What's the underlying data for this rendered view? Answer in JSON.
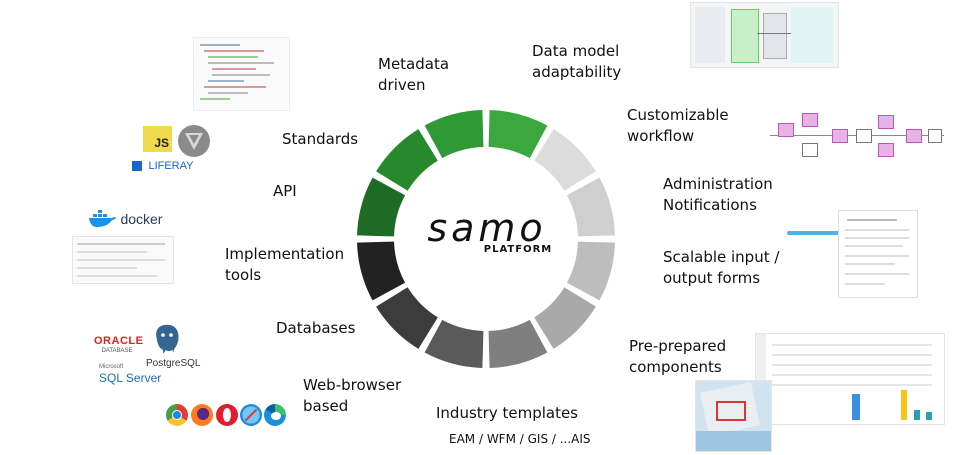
{
  "platform": {
    "brand": "samo",
    "subtitle": "PLATFORM"
  },
  "features": [
    {
      "id": "metadata-driven",
      "lines": [
        "Metadata",
        "driven"
      ],
      "color": "#3aa83f"
    },
    {
      "id": "data-model-adaptability",
      "lines": [
        "Data model",
        "adaptability"
      ],
      "color": "#dcdcdc"
    },
    {
      "id": "customizable-workflow",
      "lines": [
        "Customizable",
        "workflow"
      ],
      "color": "#cfcfcf"
    },
    {
      "id": "administration-notifications",
      "lines": [
        "Administration",
        "Notifications"
      ],
      "color": "#bdbdbd"
    },
    {
      "id": "scalable-forms",
      "lines": [
        "Scalable input /",
        "output forms"
      ],
      "color": "#a9a9a9"
    },
    {
      "id": "pre-prepared-components",
      "lines": [
        "Pre-prepared",
        "components"
      ],
      "color": "#7f7f7f"
    },
    {
      "id": "industry-templates",
      "lines": [
        "Industry templates"
      ],
      "color": "#5a5a5a"
    },
    {
      "id": "web-browser-based",
      "lines": [
        "Web-browser",
        "based"
      ],
      "color": "#3c3c3c"
    },
    {
      "id": "databases",
      "lines": [
        "Databases"
      ],
      "color": "#222222"
    },
    {
      "id": "implementation-tools",
      "lines": [
        "Implementation",
        "tools"
      ],
      "color": "#1d6b24"
    },
    {
      "id": "api",
      "lines": [
        "API"
      ],
      "color": "#268a2d"
    },
    {
      "id": "standards",
      "lines": [
        "Standards"
      ],
      "color": "#2e9a35"
    }
  ],
  "templates_list": "EAM / WFM / GIS / ...AIS",
  "logos": {
    "js": "JS",
    "liferay": "LIFERAY",
    "docker": "docker",
    "oracle": "ORACLE",
    "oracle_sub": "DATABASE",
    "postgres": "PostgreSQL",
    "mssql_top": "Microsoft",
    "mssql": "SQL Server"
  },
  "icons": [
    "javascript-icon",
    "vuetify-icon",
    "liferay-icon",
    "docker-icon",
    "oracle-logo",
    "postgresql-icon",
    "sql-server-logo",
    "chrome-icon",
    "firefox-icon",
    "opera-icon",
    "safari-icon",
    "edge-icon"
  ]
}
